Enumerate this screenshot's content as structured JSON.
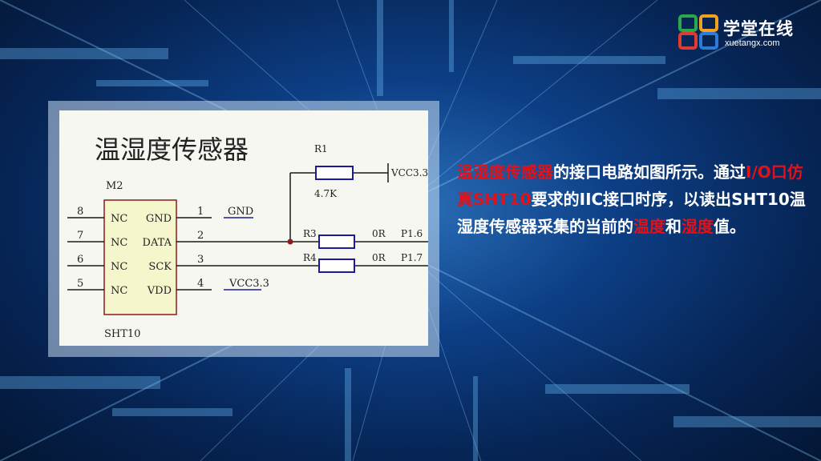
{
  "logo": {
    "brand": "学堂在线",
    "domain": "xuetangx.com",
    "tile_colors": [
      "#2aa84a",
      "#f0a21e",
      "#e13b2f",
      "#2d7bd6"
    ]
  },
  "schematic": {
    "title": "温湿度传感器",
    "chip_ref": "M2",
    "chip_name": "SHT10",
    "left_pins": [
      {
        "num": "8",
        "label": "NC"
      },
      {
        "num": "7",
        "label": "NC"
      },
      {
        "num": "6",
        "label": "NC"
      },
      {
        "num": "5",
        "label": "NC"
      }
    ],
    "right_pins": [
      {
        "num": "1",
        "label": "GND",
        "net": "GND"
      },
      {
        "num": "2",
        "label": "DATA",
        "net": ""
      },
      {
        "num": "3",
        "label": "SCK",
        "net": ""
      },
      {
        "num": "4",
        "label": "VDD",
        "net": "VCC3.3"
      }
    ],
    "r1": {
      "ref": "R1",
      "value": "4.7K",
      "net": "VCC3.3"
    },
    "r3": {
      "ref": "R3",
      "value": "0R",
      "net": "P1.6"
    },
    "r4": {
      "ref": "R4",
      "value": "0R",
      "net": "P1.7"
    }
  },
  "description": {
    "segments": [
      {
        "text": "温湿度传感器",
        "highlight": true
      },
      {
        "text": "的接口电路如图所示。通过",
        "highlight": false
      },
      {
        "text": "I/O口仿真SHT10",
        "highlight": true
      },
      {
        "text": "要求的IIC接口时序，以读出SHT10温湿度传感器采集的当前的",
        "highlight": false
      },
      {
        "text": "温度",
        "highlight": true
      },
      {
        "text": "和",
        "highlight": false
      },
      {
        "text": "湿度",
        "highlight": true
      },
      {
        "text": "值。",
        "highlight": false
      }
    ],
    "highlight_color": "#e0121a"
  }
}
